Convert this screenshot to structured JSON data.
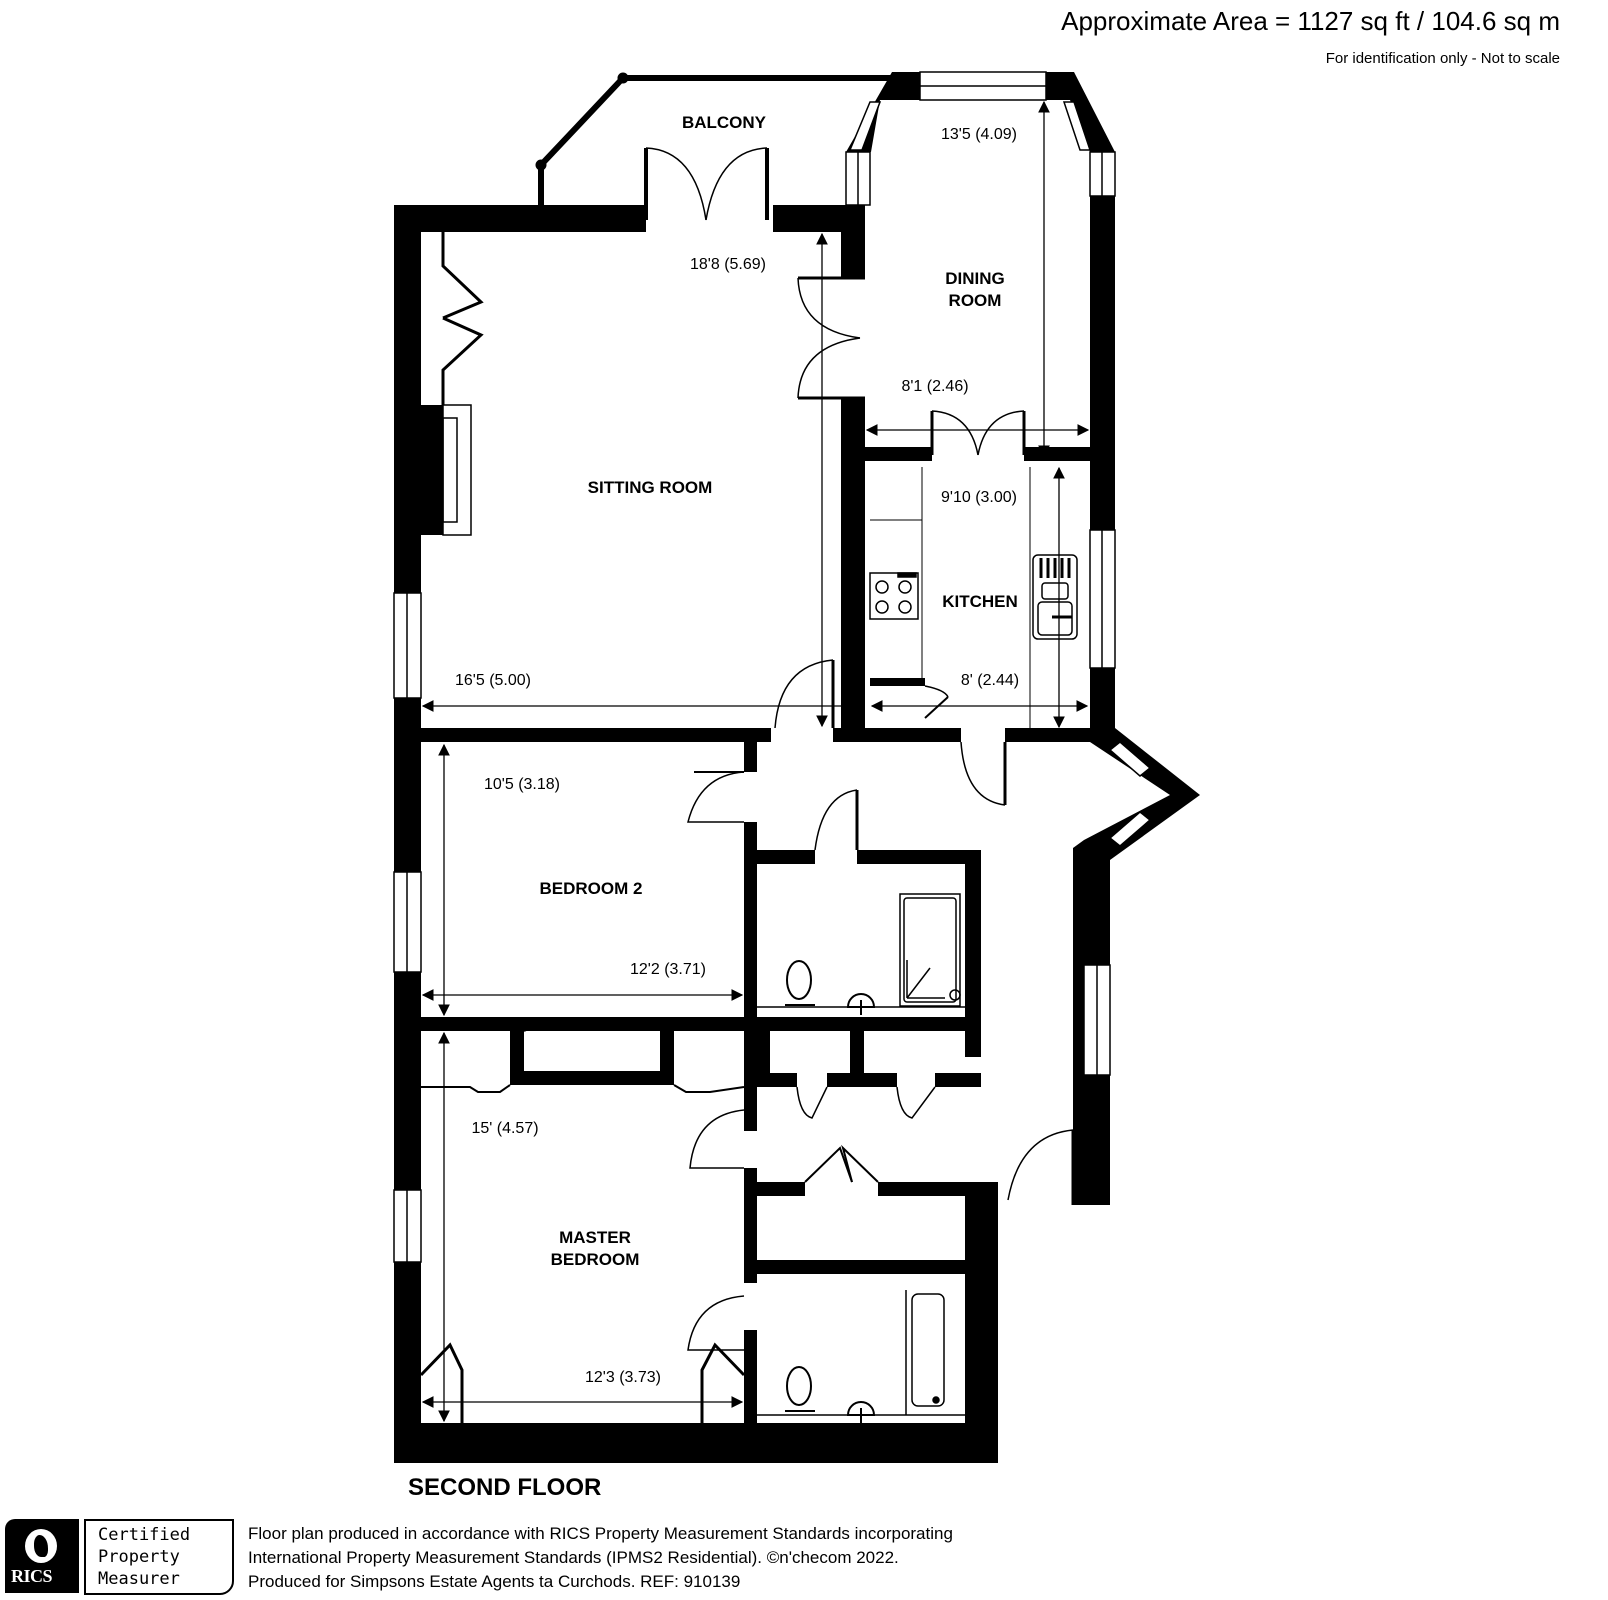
{
  "header": {
    "area": "Approximate Area = 1127 sq ft / 104.6 sq m",
    "disclaimer": "For identification only - Not to scale"
  },
  "plan": {
    "floor_title": "SECOND FLOOR",
    "wall_color": "#000000",
    "background_color": "#ffffff",
    "rooms": [
      {
        "id": "balcony",
        "name": "BALCONY"
      },
      {
        "id": "dining_room",
        "name_line1": "DINING",
        "name_line2": "ROOM",
        "dim_length": "13'5 (4.09)",
        "dim_width": "8'1 (2.46)"
      },
      {
        "id": "sitting_room",
        "name": "SITTING ROOM",
        "dim_length": "18'8 (5.69)",
        "dim_width": "16'5 (5.00)"
      },
      {
        "id": "kitchen",
        "name": "KITCHEN",
        "dim_length": "9'10 (3.00)",
        "dim_width": "8' (2.44)"
      },
      {
        "id": "bedroom_2",
        "name": "BEDROOM 2",
        "dim_length": "10'5 (3.18)",
        "dim_width": "12'2 (3.71)"
      },
      {
        "id": "master_bedroom",
        "name_line1": "MASTER",
        "name_line2": "BEDROOM",
        "dim_length": "15' (4.57)",
        "dim_width": "12'3 (3.73)"
      }
    ],
    "fixtures": [
      "hob-icon",
      "sink-icon",
      "shower-icon",
      "bath-icon",
      "toilet-icon",
      "basin-icon",
      "fireplace-icon"
    ]
  },
  "footer": {
    "badge": {
      "logo_text": "RICS",
      "line1": "Certified",
      "line2": "Property",
      "line3": "Measurer"
    },
    "lines": [
      "Floor plan produced in accordance with RICS Property Measurement Standards incorporating",
      "International Property Measurement Standards (IPMS2 Residential).   ©nʹchecom 2022.",
      "Produced for Simpsons Estate Agents ta Curchods.   REF:  910139"
    ]
  }
}
